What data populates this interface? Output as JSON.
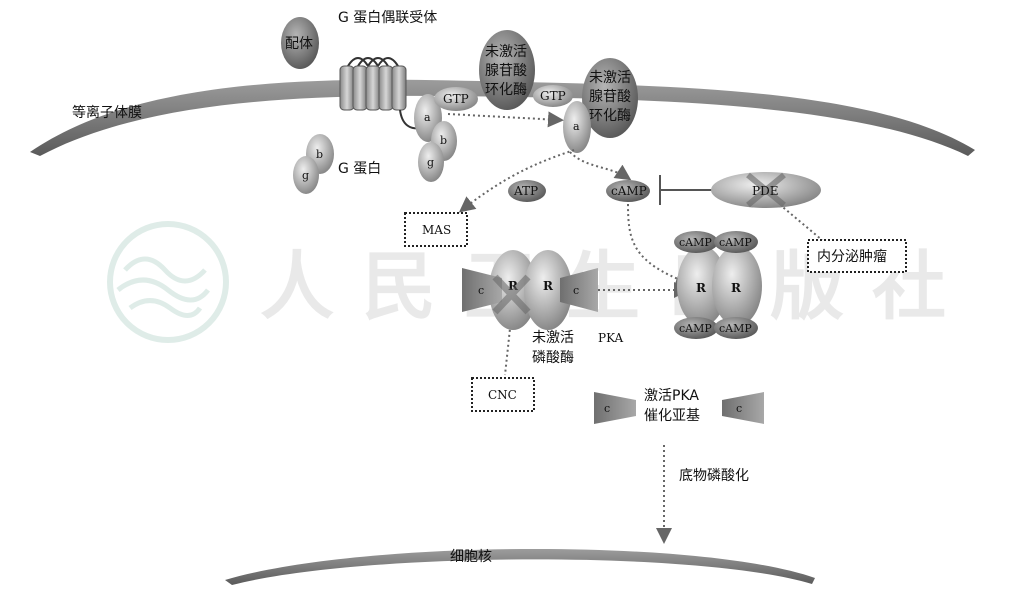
{
  "labels": {
    "gpcr": "G 蛋白偶联受体",
    "ligand": "配体",
    "membrane": "等离子体膜",
    "g_protein": "G 蛋白",
    "subunit_a": "a",
    "subunit_b": "b",
    "subunit_g": "g",
    "gtp": "GTP",
    "ac_inactive_1": [
      "未激活",
      "腺苷酸",
      "环化酶"
    ],
    "ac_inactive_2": [
      "未激活",
      "腺苷酸",
      "环化酶"
    ],
    "atp": "ATP",
    "camp": "cAMP",
    "pde": "PDE",
    "mas": "MAS",
    "endocrine_tumor": "内分泌肿瘤",
    "reg_R": "R",
    "cat_c": "c",
    "pka_inactive": [
      "未激活",
      "磷酸酶"
    ],
    "pka": "PKA",
    "cnc": "CNC",
    "pka_active": [
      "激活PKA",
      "催化亚基"
    ],
    "substrate_phos": "底物磷酸化",
    "nucleus": "细胞核"
  },
  "watermark": "人民卫生出版社"
}
